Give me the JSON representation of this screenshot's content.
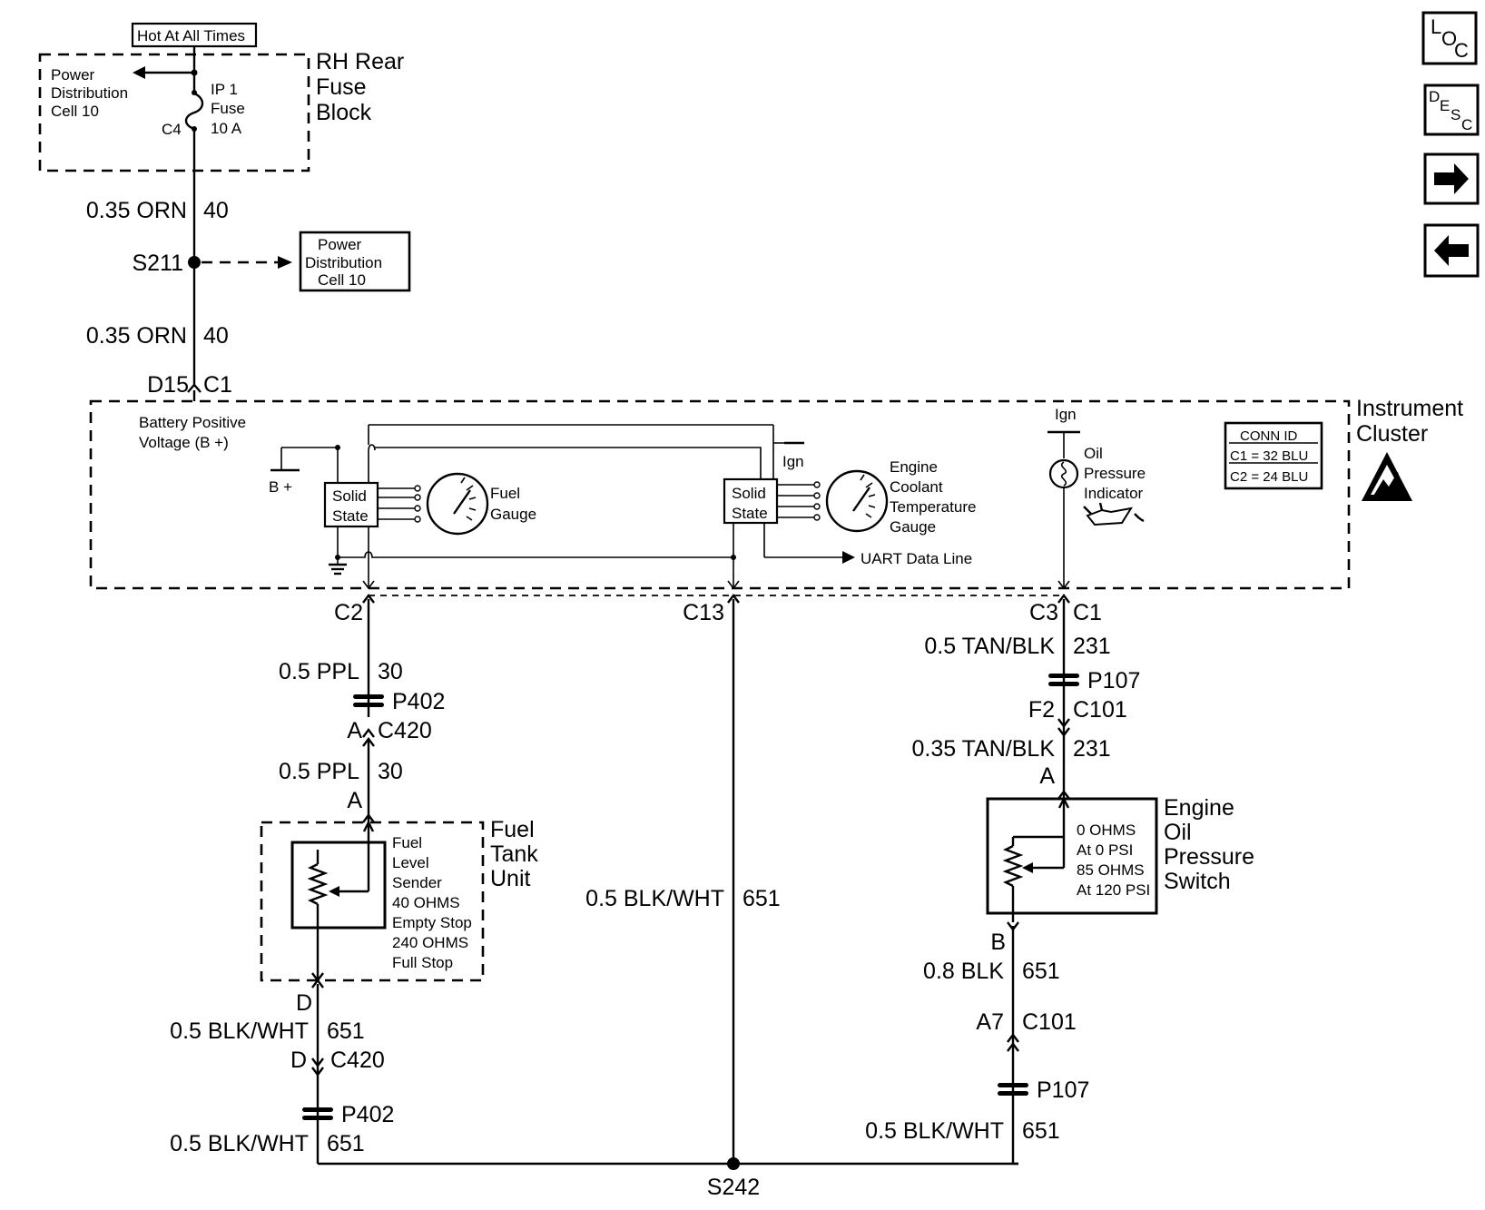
{
  "diagram": {
    "fuse_block": {
      "hot_label": "Hot At All Times",
      "name_lines": [
        "RH Rear",
        "Fuse",
        "Block"
      ],
      "pdc_lines": [
        "Power",
        "Distribution",
        "Cell 10"
      ],
      "fuse_lines": [
        "IP 1",
        "Fuse",
        "10 A"
      ],
      "connector": "C4"
    },
    "feed": {
      "wire1_color": "0.35 ORN",
      "wire1_circuit": "40",
      "splice": "S211",
      "pdc_box_lines": [
        "Power",
        "Distribution",
        "Cell 10"
      ],
      "wire2_color": "0.35 ORN",
      "wire2_circuit": "40",
      "pin": "D15",
      "connector": "C1"
    },
    "cluster": {
      "name_lines": [
        "Instrument",
        "Cluster"
      ],
      "bplus_lines": [
        "Battery Positive",
        "Voltage (B +)"
      ],
      "bplus_symbol": "B +",
      "solid_state_lines": [
        "Solid",
        "State"
      ],
      "fuel_gauge_lines": [
        "Fuel",
        "Gauge"
      ],
      "ign1": "Ign",
      "ect_lines": [
        "Engine",
        "Coolant",
        "Temperature",
        "Gauge"
      ],
      "uart": "UART Data Line",
      "ign2": "Ign",
      "oil_lines": [
        "Oil",
        "Pressure",
        "Indicator"
      ],
      "conn_id_title": "CONN ID",
      "conn_id_rows": [
        "C1 = 32 BLU",
        "C2 = 24 BLU"
      ]
    },
    "left_branch": {
      "conn_c2": "C2",
      "w1_color": "0.5 PPL",
      "w1_circuit": "30",
      "p402a": "P402",
      "pin_a1": "A",
      "c420a": "C420",
      "w2_color": "0.5 PPL",
      "w2_circuit": "30",
      "pin_a2": "A",
      "tank_lines": [
        "Fuel",
        "Tank",
        "Unit"
      ],
      "sender_lines": [
        "Fuel",
        "Level",
        "Sender",
        "40 OHMS",
        "Empty Stop",
        "240 OHMS",
        "Full Stop"
      ],
      "pin_d1": "D",
      "w3_color": "0.5 BLK/WHT",
      "w3_circuit": "651",
      "pin_d2": "D",
      "c420b": "C420",
      "p402b": "P402",
      "w4_color": "0.5 BLK/WHT",
      "w4_circuit": "651"
    },
    "center_branch": {
      "conn_c13": "C13",
      "w_color": "0.5 BLK/WHT",
      "w_circuit": "651",
      "splice": "S242"
    },
    "right_branch": {
      "conn_c3": "C3",
      "conn_c1": "C1",
      "w1_color": "0.5 TAN/BLK",
      "w1_circuit": "231",
      "p107a": "P107",
      "pin_f2": "F2",
      "c101a": "C101",
      "w2_color": "0.35 TAN/BLK",
      "w2_circuit": "231",
      "pin_a": "A",
      "switch_lines": [
        "Engine",
        "Oil",
        "Pressure",
        "Switch"
      ],
      "switch_spec_lines": [
        "0 OHMS",
        "At 0 PSI",
        "85 OHMS",
        "At 120 PSI"
      ],
      "pin_b": "B",
      "w3_color": "0.8 BLK",
      "w3_circuit": "651",
      "pin_a7": "A7",
      "c101b": "C101",
      "p107b": "P107",
      "w4_color": "0.5 BLK/WHT",
      "w4_circuit": "651"
    }
  },
  "nav": {
    "loc": [
      "L",
      "O",
      "C"
    ],
    "desc": [
      "D",
      "E",
      "S",
      "C"
    ]
  }
}
